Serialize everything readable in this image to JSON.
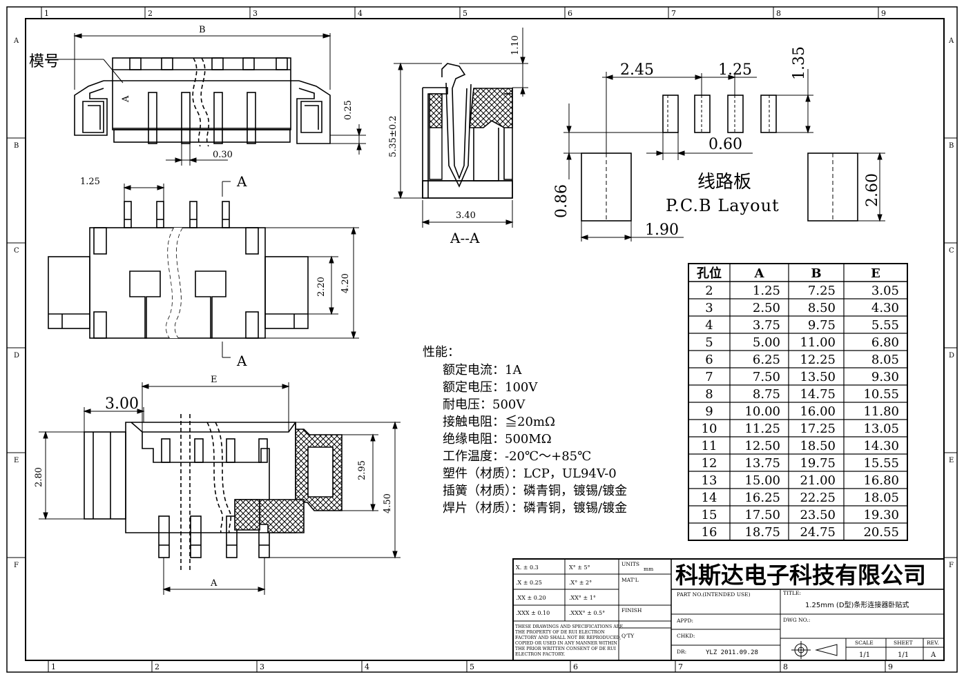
{
  "border": {
    "col_labels": [
      "1",
      "2",
      "3",
      "4",
      "5",
      "6",
      "7",
      "8",
      "9"
    ],
    "row_labels": [
      "A",
      "B",
      "C",
      "D",
      "E",
      "F"
    ]
  },
  "top_view": {
    "model_label": "模号",
    "dim_B": "B",
    "dim_A": "A",
    "dim_025": "0.25",
    "dim_030": "0.30"
  },
  "side_view": {
    "dim_125": "1.25",
    "dim_220": "2.20",
    "dim_420": "4.20",
    "section_mark_top": "A",
    "section_mark_bottom": "A"
  },
  "section_view": {
    "dim_110": "1.10",
    "dim_535": "5.35±0.2",
    "dim_340": "3.40",
    "title": "A--A"
  },
  "front_view": {
    "dim_300": "3.00",
    "dim_E": "E",
    "dim_280": "2.80",
    "dim_295": "2.95",
    "dim_450": "4.50",
    "dim_A": "A"
  },
  "pcb_layout": {
    "dim_245": "2.45",
    "dim_125": "1.25",
    "dim_135": "1.35",
    "dim_060": "0.60",
    "dim_086": "0.86",
    "dim_190": "1.90",
    "dim_260": "2.60",
    "label_cn": "线路板",
    "label_en": "P.C.B Layout"
  },
  "specs": {
    "title": "性能：",
    "lines": [
      "额定电流：1A",
      "额定电压：100V",
      "耐电压：500V",
      "接触电阻：≦20mΩ",
      "绝缘电阻：500MΩ",
      "工作温度：-20℃～+85℃",
      "塑件（材质）：LCP，UL94V-0",
      "插簧（材质）：磷青铜，镀锡/镀金",
      "焊片（材质）：磷青铜，镀锡/镀金"
    ]
  },
  "table": {
    "headers": [
      "孔位",
      "A",
      "B",
      "E"
    ],
    "rows": [
      [
        "2",
        "1.25",
        "7.25",
        "3.05"
      ],
      [
        "3",
        "2.50",
        "8.50",
        "4.30"
      ],
      [
        "4",
        "3.75",
        "9.75",
        "5.55"
      ],
      [
        "5",
        "5.00",
        "11.00",
        "6.80"
      ],
      [
        "6",
        "6.25",
        "12.25",
        "8.05"
      ],
      [
        "7",
        "7.50",
        "13.50",
        "9.30"
      ],
      [
        "8",
        "8.75",
        "14.75",
        "10.55"
      ],
      [
        "9",
        "10.00",
        "16.00",
        "11.80"
      ],
      [
        "10",
        "11.25",
        "17.25",
        "13.05"
      ],
      [
        "11",
        "12.50",
        "18.50",
        "14.30"
      ],
      [
        "12",
        "13.75",
        "19.75",
        "15.55"
      ],
      [
        "13",
        "15.00",
        "21.00",
        "16.80"
      ],
      [
        "14",
        "16.25",
        "22.25",
        "18.05"
      ],
      [
        "15",
        "17.50",
        "23.50",
        "19.30"
      ],
      [
        "16",
        "18.75",
        "24.75",
        "20.55"
      ]
    ]
  },
  "title_block": {
    "tolerances": [
      [
        "X. ± 0.3",
        "X° ± 5°"
      ],
      [
        ".X ± 0.25",
        ".X° ± 2°"
      ],
      [
        ".XX ± 0.20",
        ".XX° ± 1°"
      ],
      [
        ".XXX ± 0.10",
        ".XXX° ± 0.5°"
      ]
    ],
    "notice": [
      "THESE DRAWINGS AND SPECIFICATIONS ARE",
      "THE PROPERTY OF DE RUI ELECTRON",
      "FACTORY AND SHALL NOT BE REPRODUCED,",
      "COPIED OR USED IN ANY MANNER WITHIN",
      "THE PRIOR WRITTEN CONSENT OF DE RUI",
      "ELECTRON FACTORY."
    ],
    "units_label": "UNITS",
    "units_value": "mm",
    "matl_label": "MAT'L",
    "finish_label": "FINISH",
    "qty_label": "Q'TY",
    "company": "科斯达电子科技有限公司",
    "part_no_label": "PART NO.(INTENDED USE)",
    "title_label": "TITLE:",
    "title_value": "1.25mm (D型)条形连接器卧贴式",
    "appd_label": "APPD:",
    "chkd_label": "CHKD:",
    "dwg_label": "DWG NO.:",
    "dr_label": "DR:",
    "dr_value": "YLZ 2011.09.28",
    "scale_label": "SCALE",
    "scale_value": "1/1",
    "sheet_label": "SHEET",
    "sheet_value": "1/1",
    "rev_label": "REV.",
    "rev_value": "A"
  }
}
